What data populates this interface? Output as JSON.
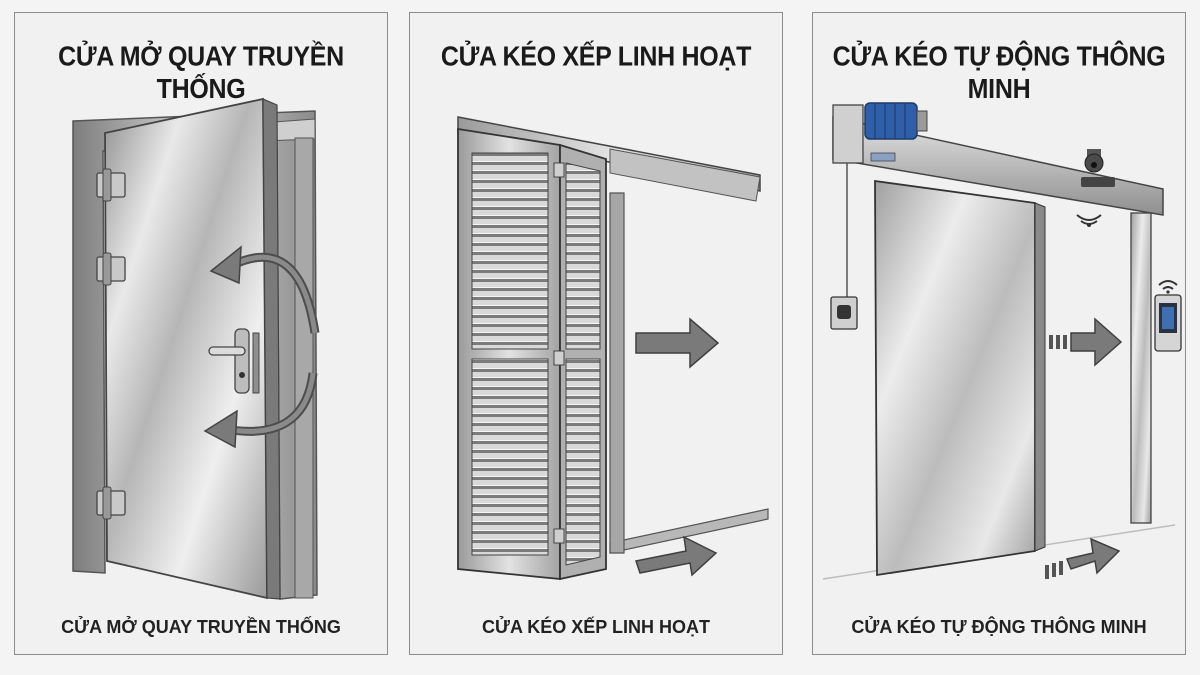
{
  "panels": [
    {
      "title": "CỬA MỞ QUAY TRUYỀN THỐNG",
      "caption": "CỬA MỞ QUAY TRUYỀN THỐNG"
    },
    {
      "title": "CỬA KÉO XẾP LINH HOẠT",
      "caption": "CỬA KÉO XẾP LINH HOẠT"
    },
    {
      "title": "CỬA KÉO TỰ ĐỘNG THÔNG MINH",
      "caption": "CỬA KÉO TỰ ĐỘNG THÔNG MINH"
    }
  ],
  "colors": {
    "background": "#f1f1f1",
    "border": "#8c8c8c",
    "steel_light": "#e6e6e6",
    "steel_dark": "#8e8e8e",
    "arrow": "#6a6a6a",
    "motor": "#2e5fa8"
  },
  "icons": [
    "hinge-icon",
    "handle-icon",
    "swing-arrow-icon",
    "slide-arrow-icon",
    "motor-icon",
    "camera-icon",
    "sensor-wave-icon",
    "keypad-icon",
    "wifi-icon",
    "push-button-icon"
  ]
}
